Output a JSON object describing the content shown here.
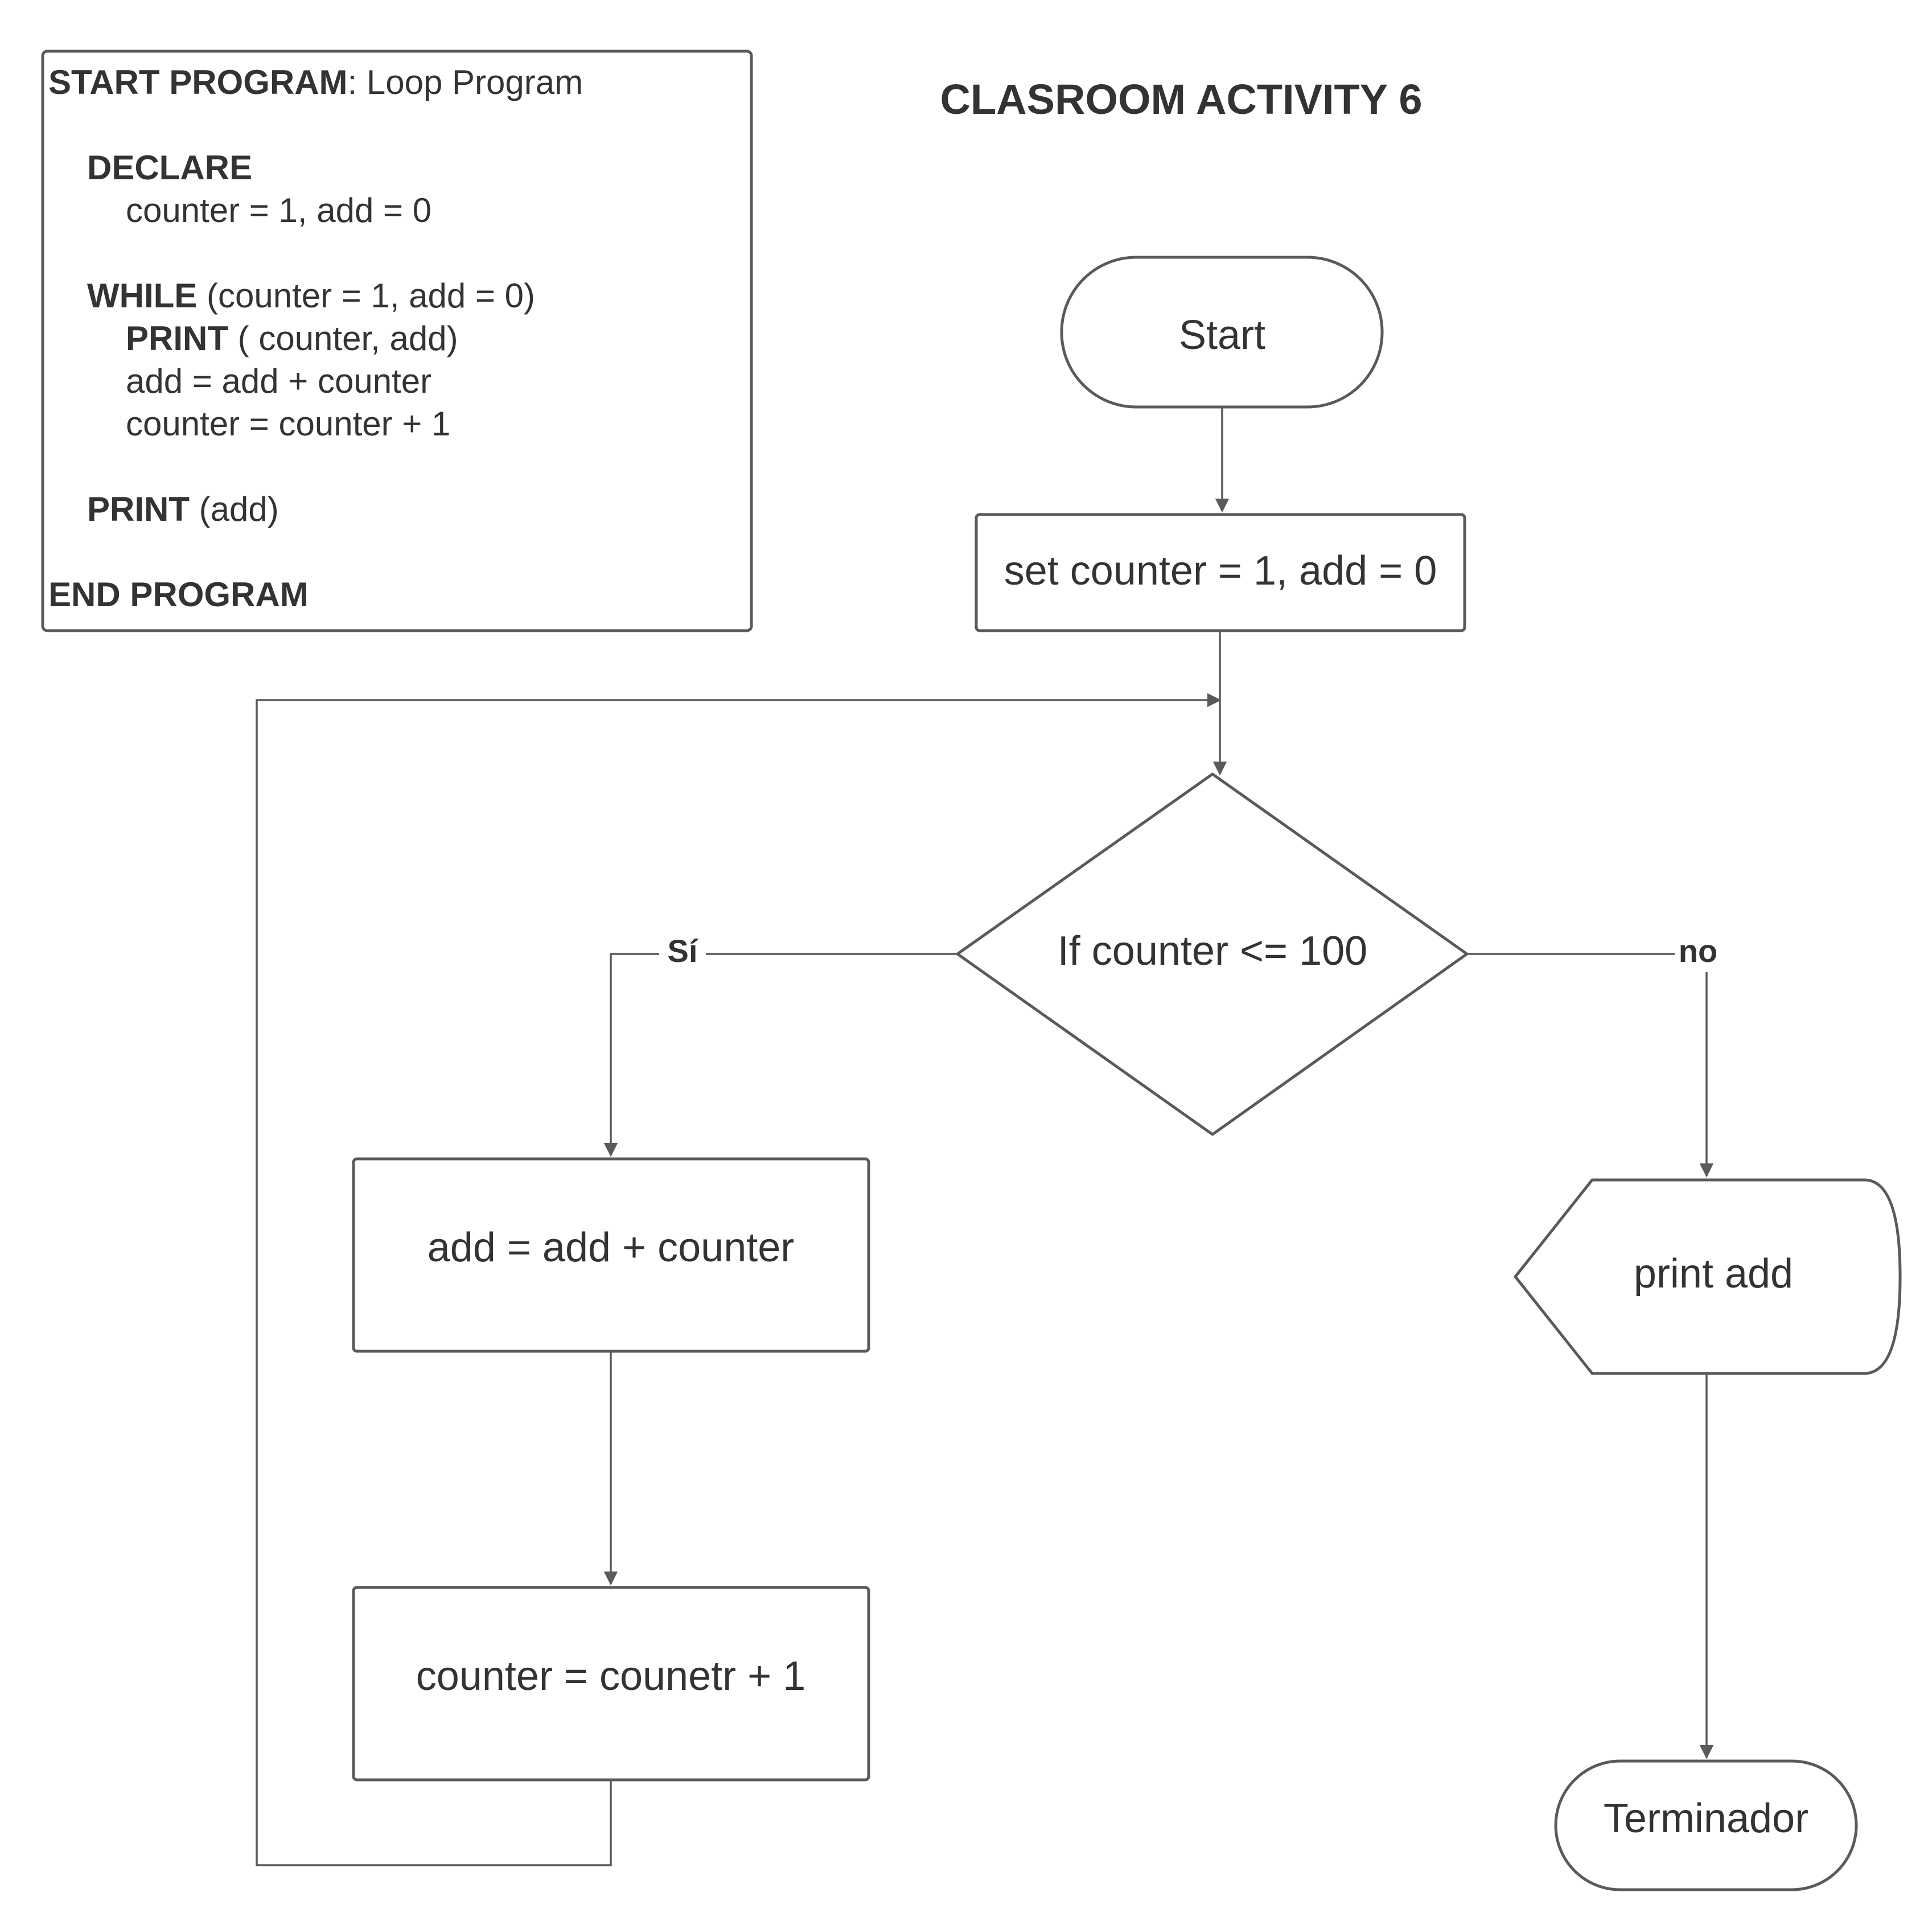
{
  "title": "CLASROOM ACTIVITY 6",
  "pseudocode": {
    "lines": [
      {
        "kw": "START PROGRAM",
        "rest": ": Loop  Program"
      },
      {
        "kw": "DECLARE",
        "rest": ""
      },
      {
        "kw": "",
        "rest": "counter = 1, add = 0"
      },
      {
        "kw": "WHILE",
        "rest": " (counter = 1, add = 0)"
      },
      {
        "kw": "PRINT",
        "rest": " ( counter, add)"
      },
      {
        "kw": "",
        "rest": "add = add + counter"
      },
      {
        "kw": "",
        "rest": "counter = counter + 1"
      },
      {
        "kw": "PRINT",
        "rest": " (add)"
      },
      {
        "kw": "END PROGRAM",
        "rest": ""
      }
    ]
  },
  "nodes": {
    "start": "Start",
    "init": "set counter = 1, add = 0",
    "decision": "If counter <= 100",
    "add": "add = add + counter",
    "increment": "counter = counetr + 1",
    "print": "print add",
    "end": "Terminador"
  },
  "edges": {
    "yes_label": "Sí",
    "no_label": "no"
  }
}
